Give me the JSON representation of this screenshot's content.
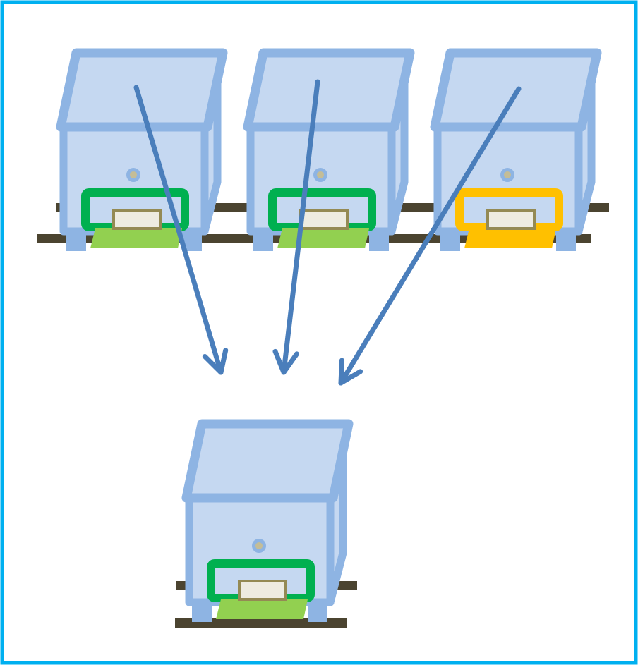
{
  "colors": {
    "frame": "#00b0f0",
    "hive_fill": "#c5d8f1",
    "hive_stroke": "#8eb4e3",
    "stand": "#4b4430",
    "arrow": "#4a7ebb",
    "entrance_healthy": "#00b050",
    "board_healthy": "#92d050",
    "entrance_weak": "#ffc000",
    "board_weak": "#ffc000",
    "label_fill": "#eeece1",
    "label_stroke": "#948a54",
    "knob": "#c4bd97"
  },
  "hives": [
    {
      "id": "source-hive-1",
      "status": "healthy",
      "role": "source"
    },
    {
      "id": "source-hive-2",
      "status": "healthy",
      "role": "source"
    },
    {
      "id": "source-hive-3",
      "status": "weak",
      "role": "source"
    },
    {
      "id": "merged-hive",
      "status": "healthy",
      "role": "target"
    }
  ],
  "arrows": [
    {
      "from": "source-hive-1",
      "to": "merged-hive"
    },
    {
      "from": "source-hive-2",
      "to": "merged-hive"
    },
    {
      "from": "source-hive-3",
      "to": "merged-hive"
    }
  ]
}
